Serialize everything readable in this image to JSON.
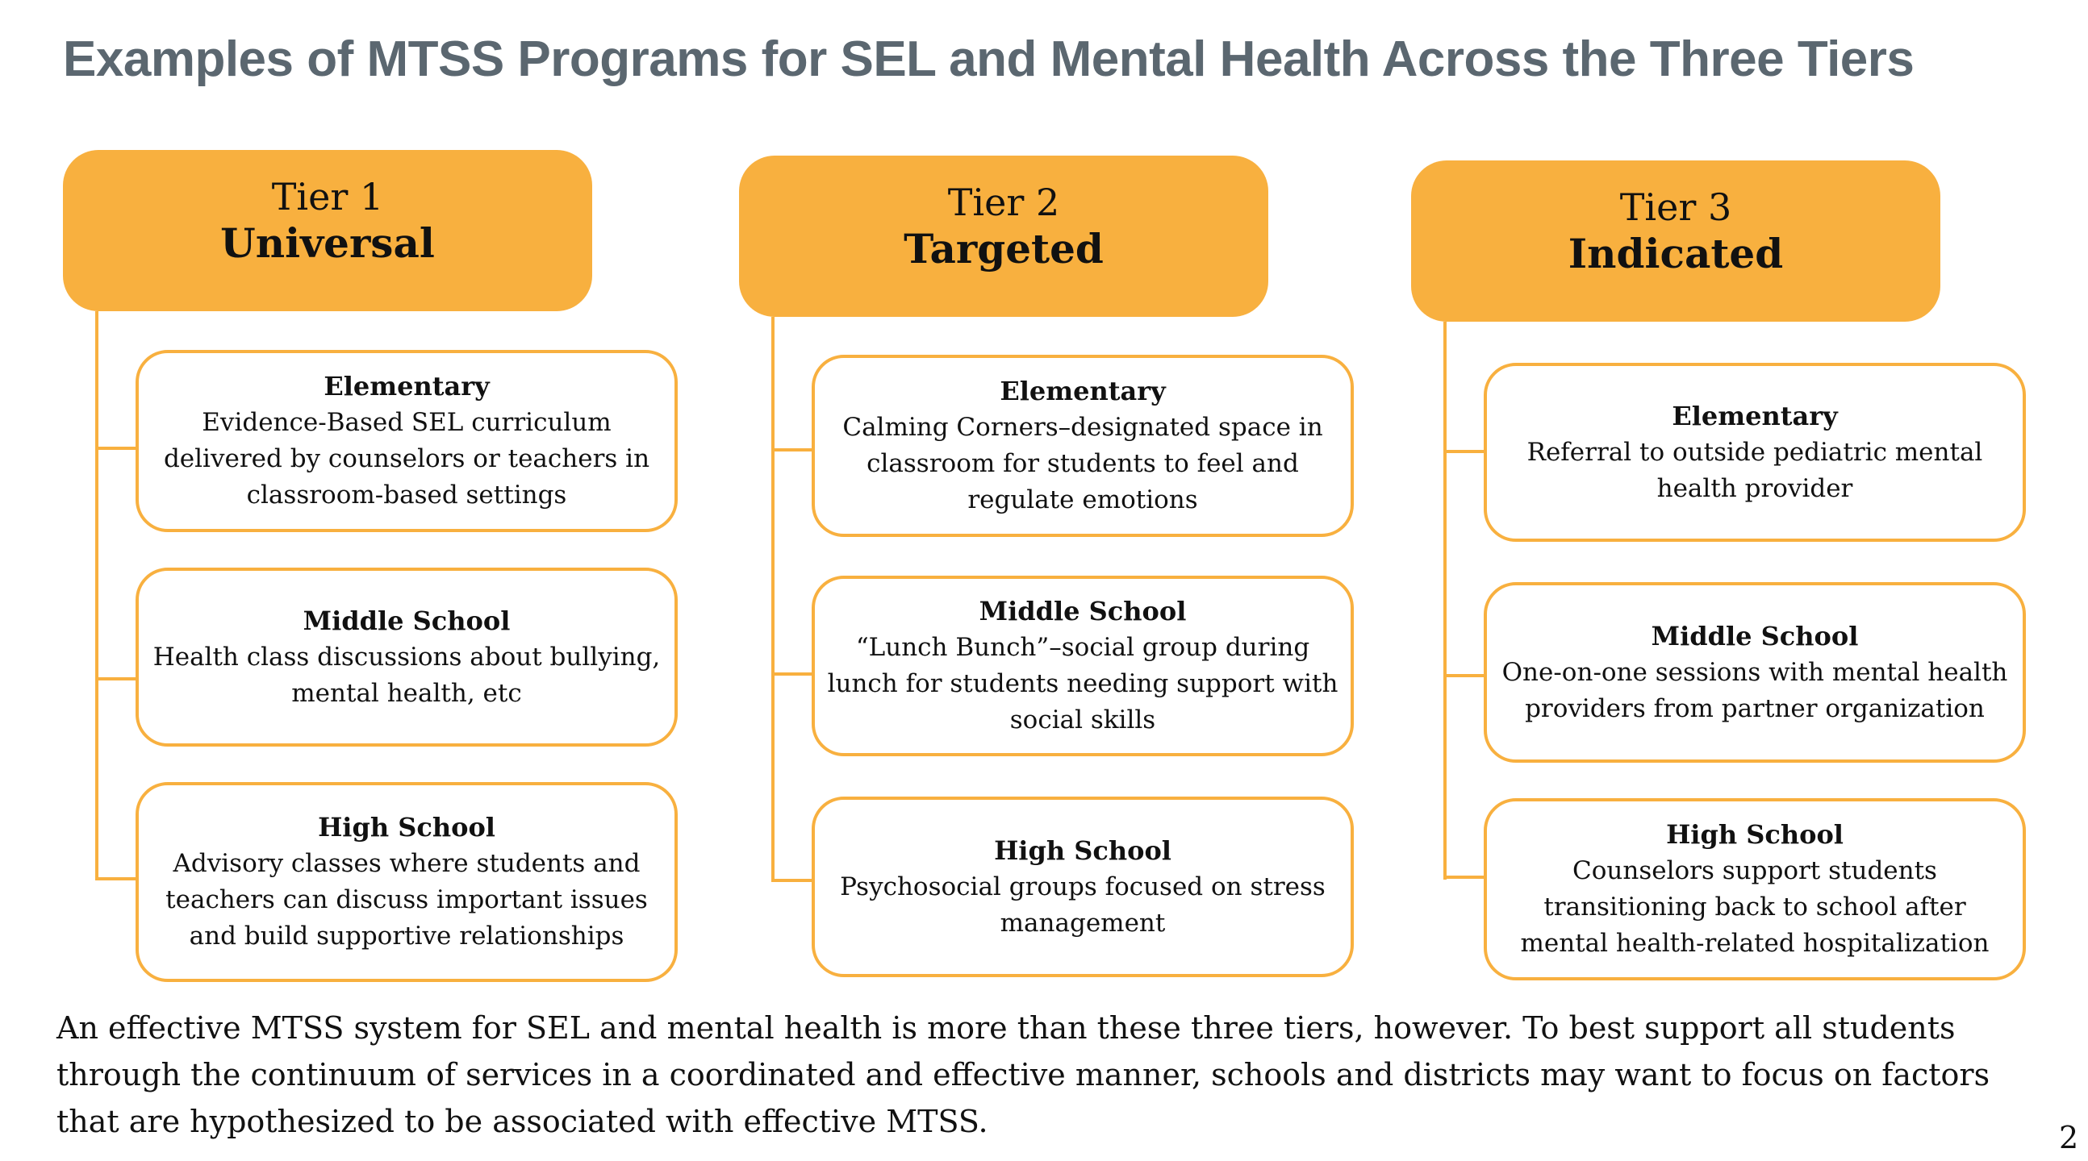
{
  "title": "Examples of MTSS Programs for SEL and Mental Health Across the Three Tiers",
  "tiers": [
    {
      "number": "Tier 1",
      "name": "Universal",
      "levels": [
        {
          "title": "Elementary",
          "description": "Evidence-Based SEL curriculum delivered by counselors or teachers in classroom-based settings"
        },
        {
          "title": "Middle School",
          "description": "Health class discussions about bullying, mental health, etc"
        },
        {
          "title": "High School",
          "description": "Advisory classes where students and teachers can discuss important issues and build supportive relationships"
        }
      ]
    },
    {
      "number": "Tier 2",
      "name": "Targeted",
      "levels": [
        {
          "title": "Elementary",
          "description": "Calming Corners–designated space in classroom for students to feel and regulate emotions"
        },
        {
          "title": "Middle School",
          "description": "“Lunch Bunch”–social group during lunch for students needing support with social skills"
        },
        {
          "title": "High School",
          "description": "Psychosocial groups focused on stress management"
        }
      ]
    },
    {
      "number": "Tier 3",
      "name": "Indicated",
      "levels": [
        {
          "title": "Elementary",
          "description": "Referral to outside pediatric mental health provider"
        },
        {
          "title": "Middle School",
          "description": "One-on-one sessions with mental health providers from partner organization"
        },
        {
          "title": "High School",
          "description": "Counselors support students transitioning back to school after mental health-related hospitalization"
        }
      ]
    }
  ],
  "summary": "An effective MTSS system for SEL and mental health is more than these three tiers, however. To best support all students through the continuum of services in a coordinated and effective manner, schools and districts may want to focus on factors that are hypothesized to be associated with effective MTSS.",
  "page_number": "2",
  "colors": {
    "accent": "#f8b03f",
    "title": "#5b6770",
    "text": "#111111"
  }
}
